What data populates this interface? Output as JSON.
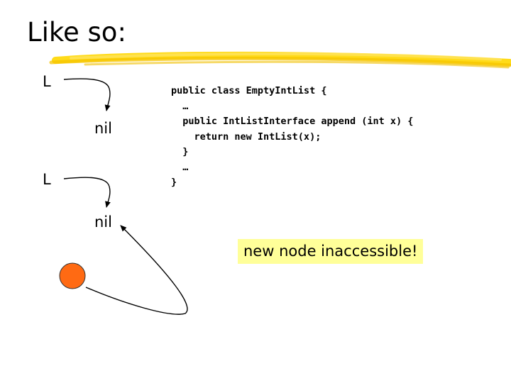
{
  "slide": {
    "title": "Like so:",
    "highlight_color": "#ffd700"
  },
  "diagram": {
    "top": {
      "list_label": "L",
      "nil_label": "nil"
    },
    "bottom": {
      "list_label": "L",
      "nil_label": "nil"
    },
    "node_color": "#ff6a13"
  },
  "code": {
    "lines": [
      "public class EmptyIntList {",
      "  …",
      "  public IntListInterface append (int x) {",
      "    return new IntList(x);",
      "  }",
      "  …",
      "}"
    ]
  },
  "callout": {
    "text": "new node inaccessible!",
    "background": "#ffff99"
  }
}
